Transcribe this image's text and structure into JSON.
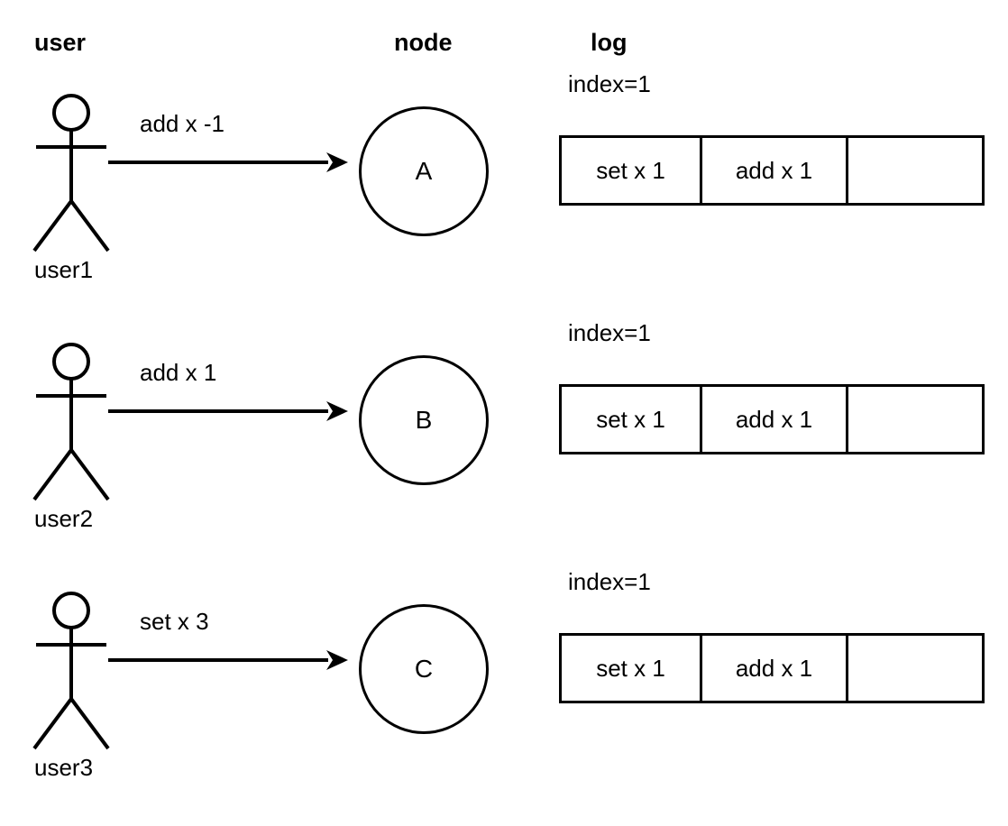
{
  "headers": {
    "user": "user",
    "node": "node",
    "log": "log"
  },
  "colors": {
    "stroke": "#000000",
    "background": "#ffffff",
    "text": "#000000"
  },
  "rows": [
    {
      "actor_label": "user1",
      "actor_icon": "stick-figure-icon",
      "message": "add x -1",
      "node_label": "A",
      "log": {
        "index_label": "index=1",
        "index_value": 1,
        "entries": [
          "set x 1",
          "add x 1",
          ""
        ]
      }
    },
    {
      "actor_label": "user2",
      "actor_icon": "stick-figure-icon",
      "message": "add x 1",
      "node_label": "B",
      "log": {
        "index_label": "index=1",
        "index_value": 1,
        "entries": [
          "set x 1",
          "add x 1",
          ""
        ]
      }
    },
    {
      "actor_label": "user3",
      "actor_icon": "stick-figure-icon",
      "message": "set x 3",
      "node_label": "C",
      "log": {
        "index_label": "index=1",
        "index_value": 1,
        "entries": [
          "set x 1",
          "add x 1",
          ""
        ]
      }
    }
  ]
}
